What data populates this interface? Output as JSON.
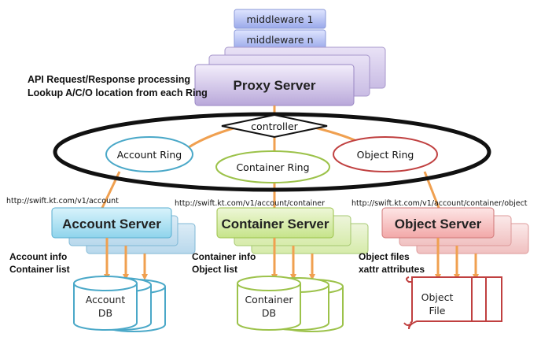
{
  "middleware": {
    "top": "middleware 1",
    "bottom": "middleware n"
  },
  "proxy": {
    "title": "Proxy Server",
    "note_line1": "API Request/Response processing",
    "note_line2": "Lookup A/C/O location from each Ring"
  },
  "controller": "controller",
  "rings": {
    "account": "Account Ring",
    "container": "Container Ring",
    "object": "Object Ring"
  },
  "urls": {
    "account": "http://swift.kt.com/v1/account",
    "container": "http://swift.kt.com/v1/account/container",
    "object": "http://swift.kt.com/v1/account/container/object"
  },
  "servers": {
    "account": "Account Server",
    "container": "Container Server",
    "object": "Object Server"
  },
  "notes": {
    "account_line1": "Account info",
    "account_line2": "Container list",
    "container_line1": "Container info",
    "container_line2": "Object list",
    "object_line1": "Object files",
    "object_line2": "xattr attributes"
  },
  "stores": {
    "account_line1": "Account",
    "account_line2": "DB",
    "container_line1": "Container",
    "container_line2": "DB",
    "object_line1": "Object",
    "object_line2": "File"
  },
  "colors": {
    "arrow": "#f0a050",
    "account": "#4aa8c8",
    "container": "#9cc24a",
    "object": "#c04040",
    "proxy": "#b7a6d8",
    "middleware": "#a9b6ee"
  }
}
